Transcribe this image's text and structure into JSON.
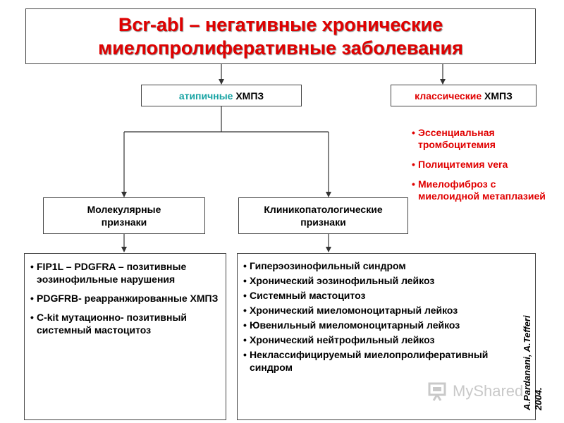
{
  "title": {
    "line1": "Bcr-abl – негативные хронические",
    "line2": "миелопролиферативные заболевания"
  },
  "categories": {
    "atypical": {
      "word": "атипичные",
      "abbr": "ХМПЗ"
    },
    "classic": {
      "word": "классические",
      "abbr": "ХМПЗ"
    }
  },
  "classic_list": [
    "Эссенциальная тромбоцитемия",
    "Полицитемия vera",
    "Миелофиброз с миелоидной метаплазией"
  ],
  "molecular": {
    "line1": "Молекулярные",
    "line2": "признаки"
  },
  "clinical": {
    "line1": "Клинико­патологические",
    "line2": "признаки"
  },
  "molecular_list": {
    "items": [
      "FIP1L – PDGFRA – позитивные эозинофильные нарушения",
      "PDGFRB- реарранжированные ХМПЗ",
      "C-kit мутационно- позитивный"
    ],
    "continuation": "системный мастоцитоз"
  },
  "clinical_list": [
    "Гиперэозинофильный синдром",
    "Хронический эозинофильный лейкоз",
    "Системный мастоцитоз",
    "Хронический миеломоноцитарный лейкоз",
    "Ювенильный миеломоноцитарный лейкоз",
    "Хронический нейтрофильный лейкоз",
    "Неклассифицируемый миелопролиферативный синдром"
  ],
  "citation": {
    "line1": "A.Pardanani, A.Tefferi",
    "line2": "2004."
  },
  "watermark": {
    "text": "MyShared",
    "icon": "presentation-board-icon"
  },
  "colors": {
    "title_red": "#e00000",
    "teal": "#17a3a3",
    "border": "#444444"
  }
}
